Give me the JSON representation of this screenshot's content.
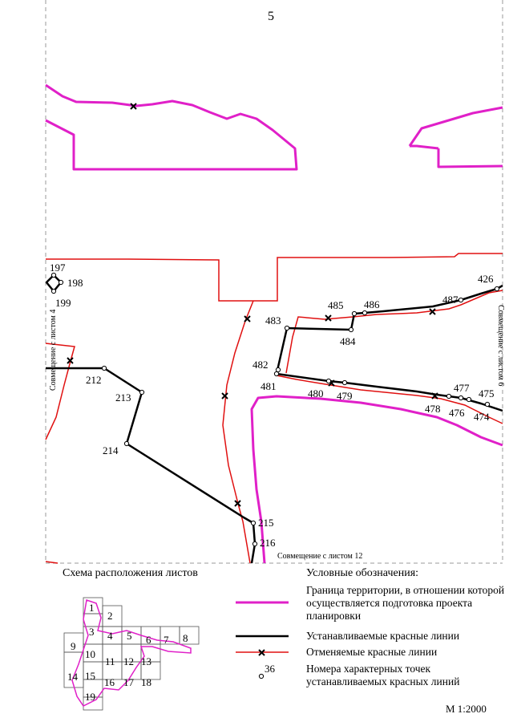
{
  "page_number": "5",
  "colors": {
    "boundary": "#e020c8",
    "established": "#000000",
    "cancelled": "#e01010",
    "frame": "#999999"
  },
  "edge_labels": {
    "left": "Совмещение с листом 4",
    "right": "Совмещение с листом 6",
    "bottom": "Совмещение с листом 12"
  },
  "points": {
    "p197": "197",
    "p198": "198",
    "p199": "199",
    "p212": "212",
    "p213": "213",
    "p214": "214",
    "p215": "215",
    "p216": "216",
    "p483": "483",
    "p485": "485",
    "p486": "486",
    "p484": "484",
    "p487": "487",
    "p426": "426",
    "p482": "482",
    "p481": "481",
    "p480": "480",
    "p479": "479",
    "p478": "478",
    "p476": "476",
    "p474": "474",
    "p477": "477",
    "p475": "475"
  },
  "schema": {
    "title": "Схема расположения листов",
    "sheets": [
      "1",
      "2",
      "3",
      "4",
      "5",
      "6",
      "7",
      "8",
      "9",
      "10",
      "11",
      "12",
      "13",
      "14",
      "15",
      "16",
      "17",
      "18",
      "19"
    ]
  },
  "legend": {
    "title": "Условные обозначения:",
    "boundary": "Граница территории, в отношении которой осуществляется подготовка проекта планировки",
    "established": "Устанавливаемые красные линии",
    "cancelled": "Отменяемые красные линии",
    "points": "Номера характерных точек устанавливаемых красных линий",
    "point_example": "36"
  },
  "scale": "М 1:2000"
}
